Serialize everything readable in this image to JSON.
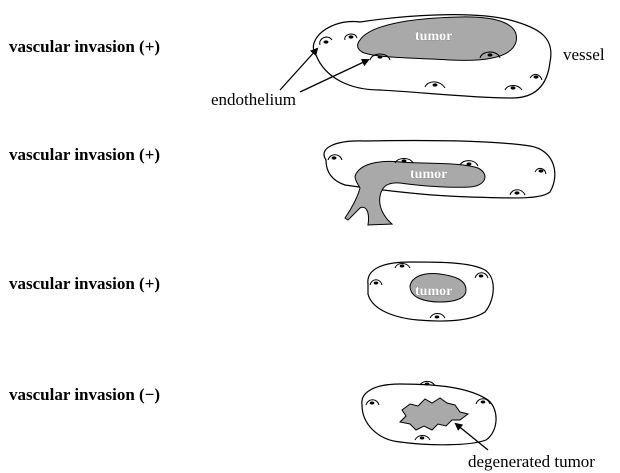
{
  "rows": [
    {
      "label": "vascular invasion (+)",
      "tumor_label": "tumor"
    },
    {
      "label": "vascular invasion (+)",
      "tumor_label": "tumor"
    },
    {
      "label": "vascular invasion (+)",
      "tumor_label": "tumor"
    },
    {
      "label": "vascular invasion (−)",
      "tumor_label": ""
    }
  ],
  "annotations": {
    "vessel": "vessel",
    "endothelium": "endothelium",
    "degenerated_tumor": "degenerated tumor"
  },
  "colors": {
    "tumor_fill": "#a9a9a9",
    "vessel_stroke": "#000000",
    "background": "#ffffff"
  }
}
